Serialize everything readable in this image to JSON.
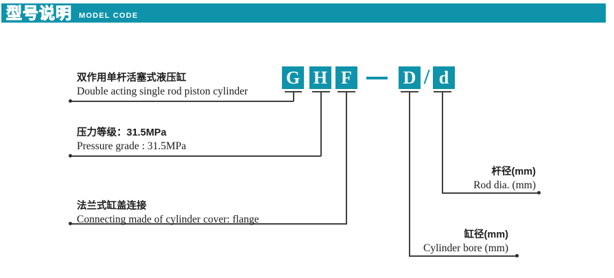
{
  "header": {
    "title_zh": "型号说明",
    "title_en": "MODEL CODE"
  },
  "code": {
    "g": "G",
    "h": "H",
    "f": "F",
    "dash": "—",
    "d_upper": "D",
    "slash": "/",
    "d_lower": "d"
  },
  "labels": {
    "cylinder_type": {
      "zh": "双作用单杆活塞式液压缸",
      "en": "Double acting single rod piston cylinder"
    },
    "pressure_grade": {
      "zh": "压力等级：31.5MPa",
      "en": "Pressure grade : 31.5MPa"
    },
    "cover_connection": {
      "zh": "法兰式缸盖连接",
      "en": "Connecting made of cylinder cover: flange"
    },
    "rod_dia": {
      "zh": "杆径(mm)",
      "en": "Rod dia. (mm)"
    },
    "cylinder_bore": {
      "zh": "缸径(mm)",
      "en": "Cylinder bore (mm)"
    }
  },
  "colors": {
    "accent_teal": "#0e93ab",
    "line": "#3e3e3e",
    "text": "#1c1c1c"
  }
}
